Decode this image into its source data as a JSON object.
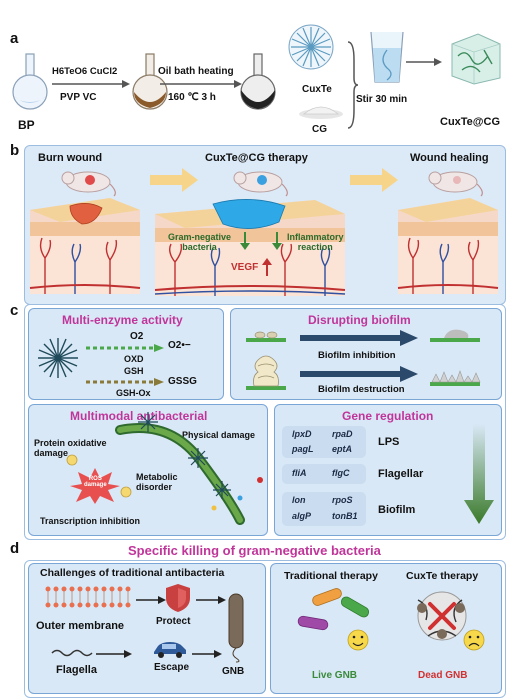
{
  "panel_a": {
    "letter": "a",
    "bp": "BP",
    "reagents_top": "H6TeO6  CuCl2",
    "reagents_bottom": "PVP   VC",
    "oil_bath": "Oil bath heating",
    "conditions": "160 ℃   3 h",
    "cuxte": "CuxTe",
    "cg": "CG",
    "stir": "Stir 30 min",
    "product": "CuxTe@CG"
  },
  "panel_b": {
    "letter": "b",
    "burn_wound": "Burn wound",
    "therapy": "CuxTe@CG therapy",
    "healing": "Wound healing",
    "gram_negative": "Gram-negative\nbacteria",
    "inflammatory": "Inflammatory\nreaction",
    "vegf": "VEGF"
  },
  "panel_c": {
    "letter": "c",
    "multi_enzyme": {
      "title": "Multi-enzyme activity",
      "o2": "O2",
      "oxd": "OXD",
      "o2_radical": "O2•−",
      "gsh": "GSH",
      "gsh_ox": "GSH-Ox",
      "gssg": "GSSG"
    },
    "biofilm": {
      "title": "Disrupting biofilm",
      "inhibition": "Biofilm inhibition",
      "destruction": "Biofilm destruction"
    },
    "multimodal": {
      "title": "Multimodal antibacterial",
      "protein": "Protein oxidative\ndamage",
      "physical": "Physical damage",
      "ros": "ROS\ndamage",
      "metabolic": "Metabolic\ndisorder",
      "transcription": "Transcription inhibition"
    },
    "gene": {
      "title": "Gene regulation",
      "lps_genes": [
        "lpxD",
        "rpaD",
        "pagL",
        "eptA"
      ],
      "lps": "LPS",
      "flag_genes": [
        "fliA",
        "flgC"
      ],
      "flagellar": "Flagellar",
      "biofilm_genes": [
        "lon",
        "rpoS",
        "algP",
        "tonB1"
      ],
      "biofilm": "Biofilm"
    }
  },
  "panel_d": {
    "letter": "d",
    "title": "Specific killing of gram-negative bacteria",
    "challenges": "Challenges of traditional antibacteria",
    "outer_membrane": "Outer membrane",
    "protect": "Protect",
    "flagella": "Flagella",
    "escape": "Escape",
    "gnb": "GNB",
    "traditional": "Traditional therapy",
    "cuxte_therapy": "CuxTe therapy",
    "live": "Live GNB",
    "dead": "Dead GNB"
  },
  "colors": {
    "panel_bg": "#d9e8f6",
    "panel_border": "#7aa6d6",
    "magenta": "#c0359a",
    "green_arrow": "#3a8a3a",
    "navy_arrow": "#2b4a6b",
    "dead_red": "#d03030"
  }
}
